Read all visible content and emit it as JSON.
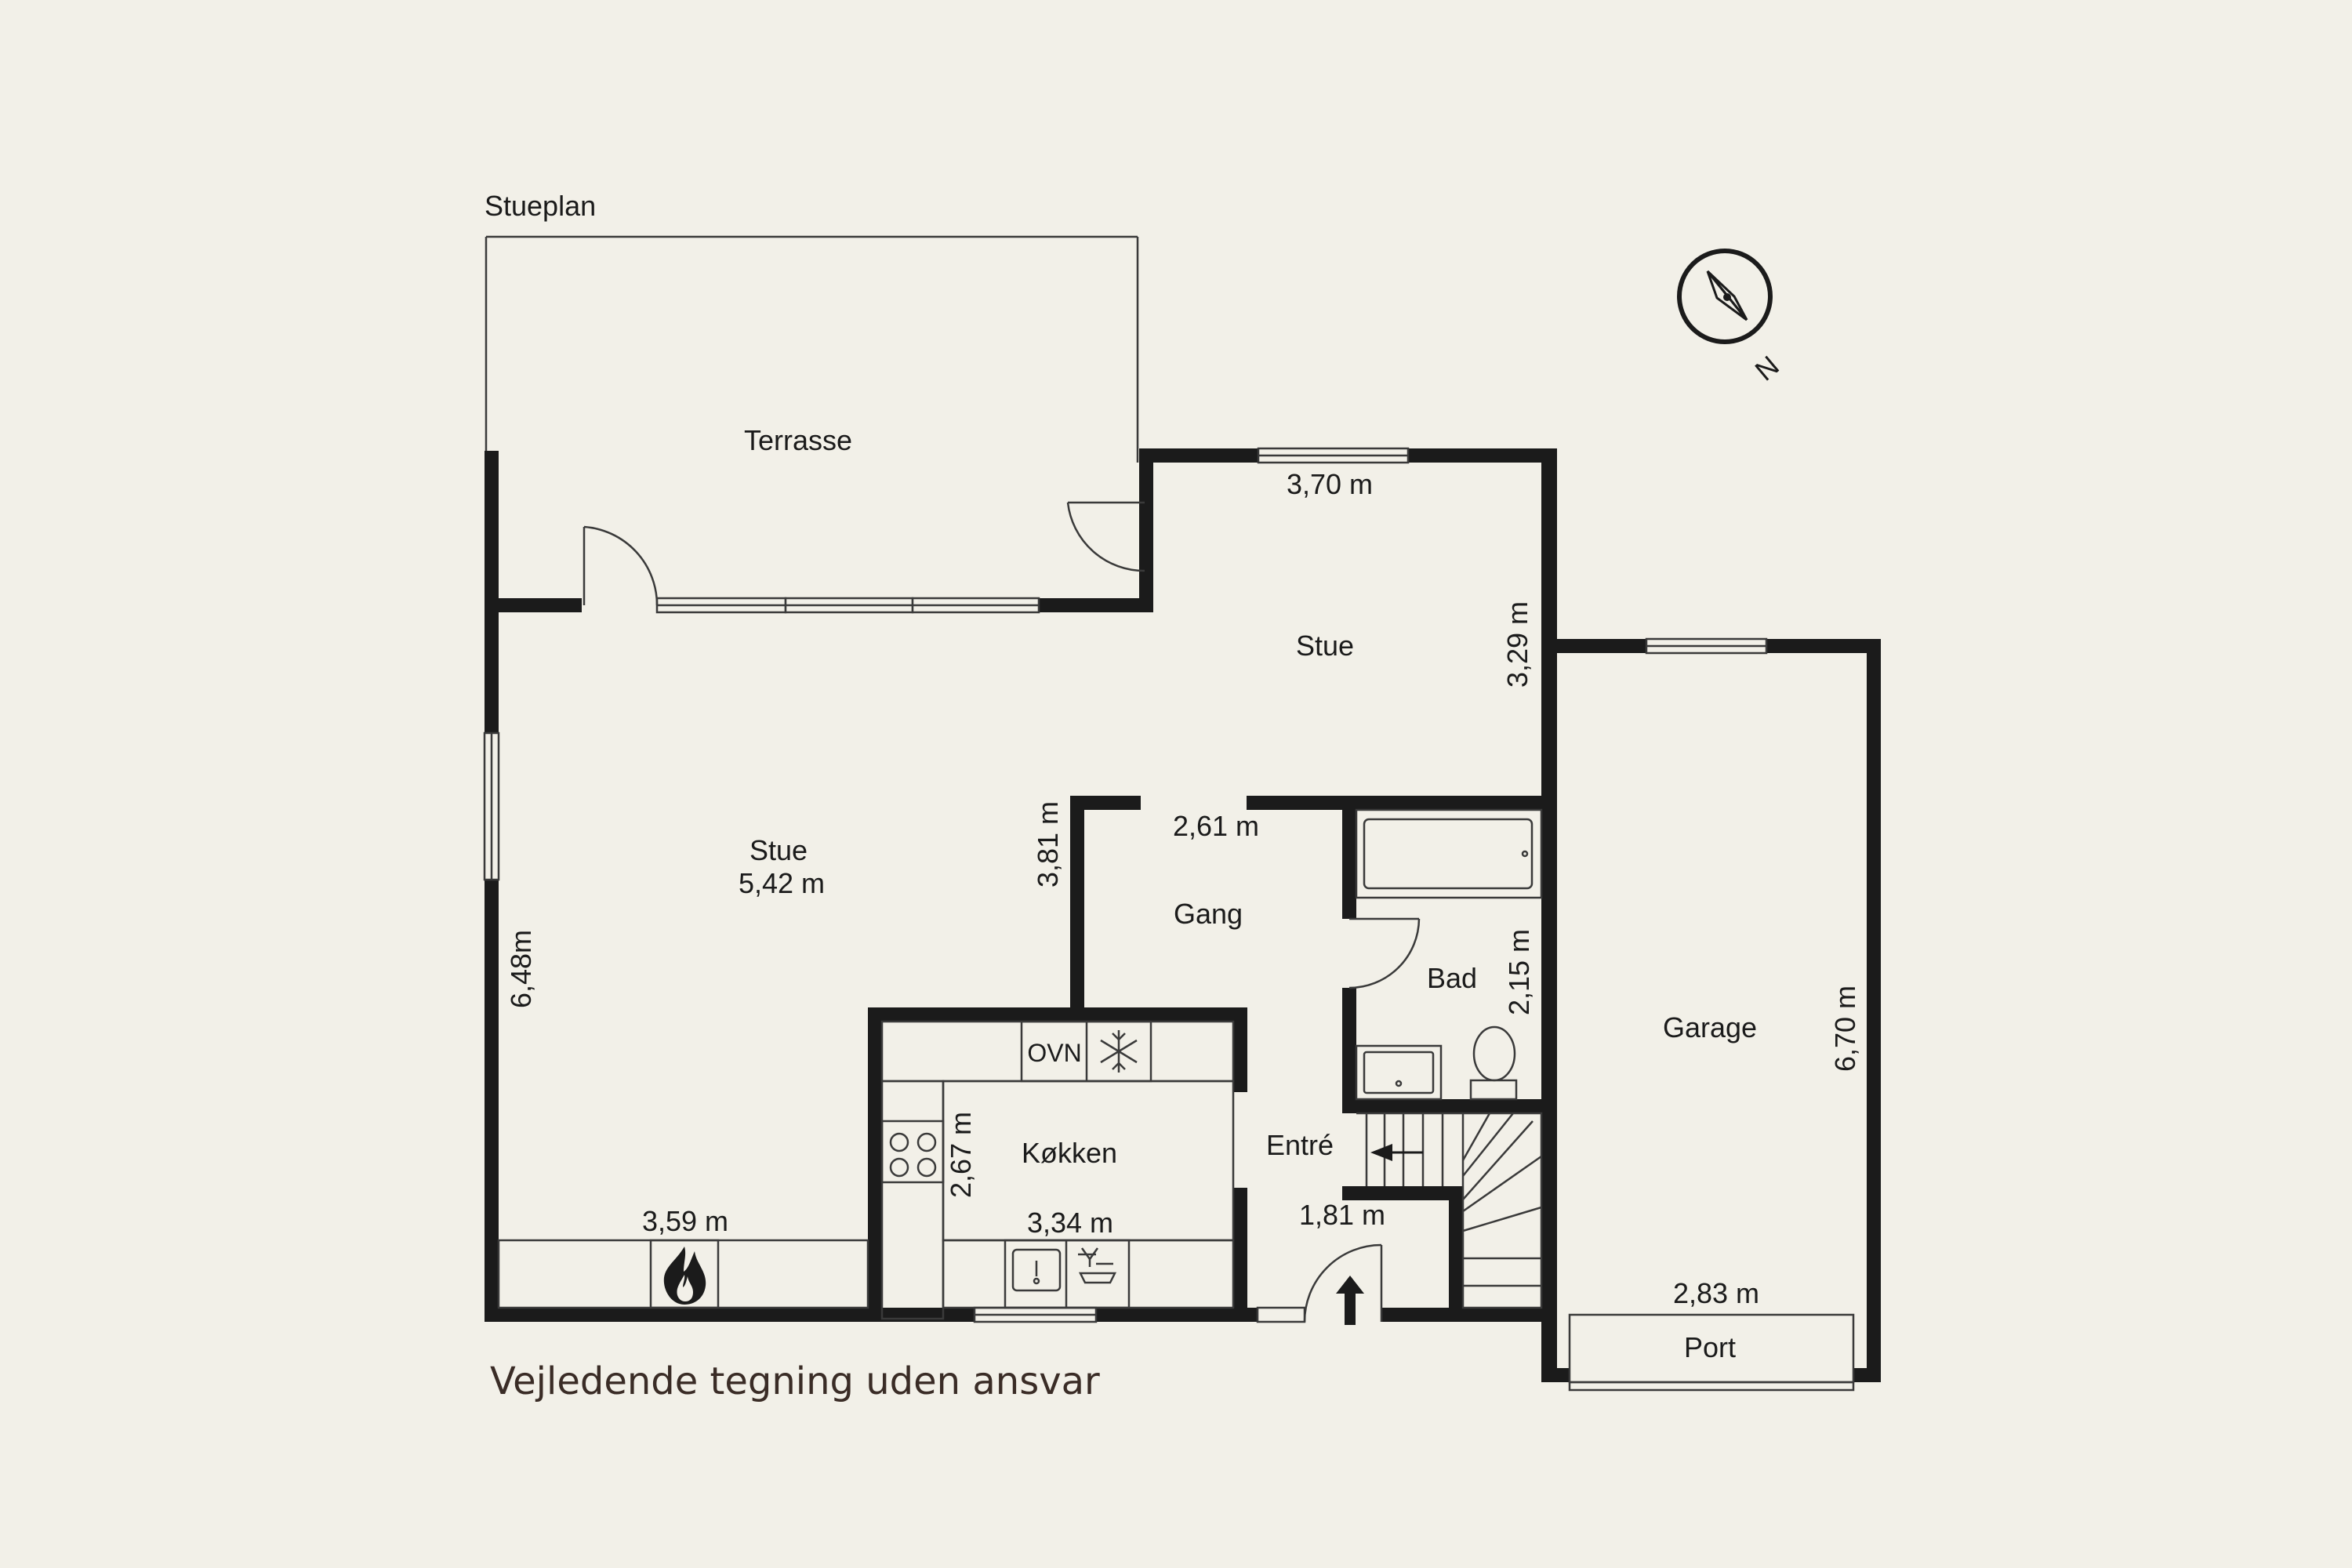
{
  "plan": {
    "floor_title": "Stueplan",
    "disclaimer": "Vejledende tegning uden ansvar",
    "north_label": "N",
    "rooms": {
      "terrasse": "Terrasse",
      "stue_upper": "Stue",
      "stue_main": "Stue",
      "gang": "Gang",
      "bad": "Bad",
      "garage": "Garage",
      "koekken": "Køkken",
      "entre": "Entré",
      "port": "Port"
    },
    "dimensions": {
      "stue_upper_width": "3,70 m",
      "stue_upper_depth": "3,29 m",
      "stue_main_width": "5,42 m",
      "stue_main_depth": "6,48m",
      "stue_main_bottom": "3,59 m",
      "gang_width": "2,61 m",
      "gang_depth": "3,81 m",
      "bad_depth": "2,15 m",
      "garage_depth": "6,70 m",
      "garage_width": "2,83 m",
      "koekken_depth": "2,67 m",
      "koekken_width": "3,34 m",
      "entre_width": "1,81 m"
    },
    "fixtures": {
      "oven": "OVN"
    },
    "icons": [
      "compass-icon",
      "fireplace-icon",
      "freezer-icon",
      "stove-icon",
      "sink-icon",
      "dishwasher-icon",
      "bathtub-icon",
      "toilet-icon",
      "washbasin-icon",
      "stairs-icon",
      "entrance-arrow-icon"
    ]
  }
}
